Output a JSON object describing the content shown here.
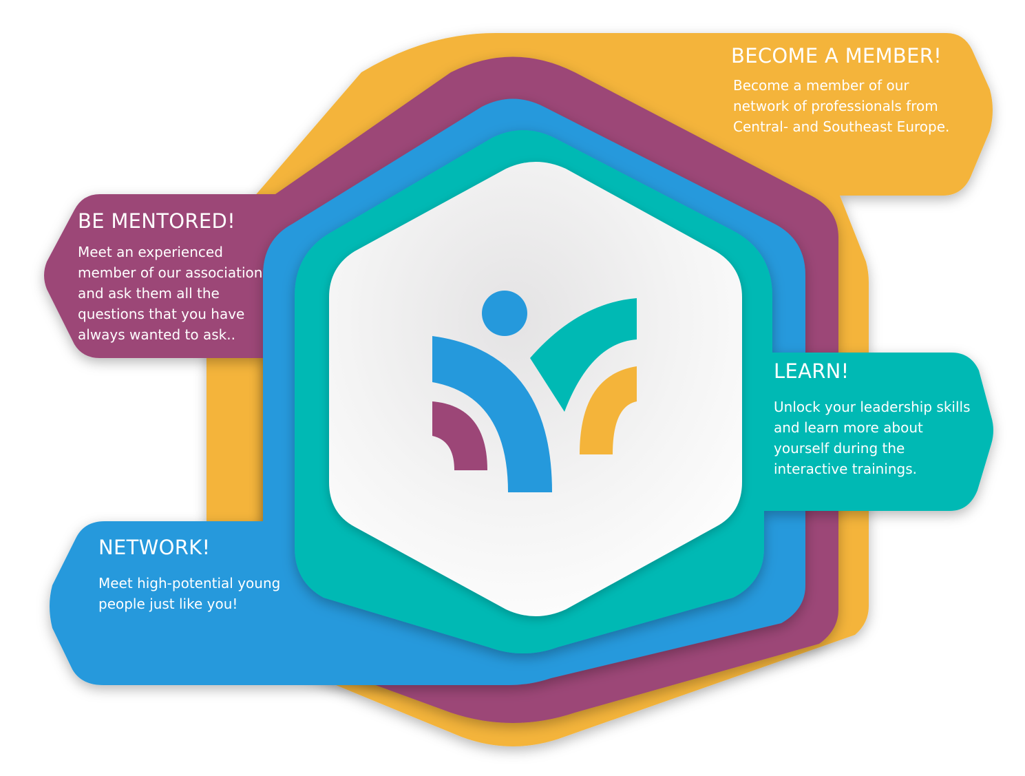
{
  "colors": {
    "yellow": "#F4B43A",
    "purple": "#9C4677",
    "blue": "#2599DC",
    "teal": "#00B9B4",
    "center": "#F3F3F3"
  },
  "center_logo": {
    "icon": "association-logo-icon"
  },
  "sections": {
    "member": {
      "title": "BECOME A MEMBER!",
      "lines": [
        "Become a member of our",
        "network of professionals from",
        "Central- and Southeast Europe."
      ]
    },
    "mentored": {
      "title": "BE MENTORED!",
      "lines": [
        "Meet an experienced",
        "member of our association",
        "and ask them all the",
        "questions that you have",
        "always wanted to ask.."
      ]
    },
    "learn": {
      "title": "LEARN!",
      "lines": [
        "Unlock your leadership skills",
        "and learn more about",
        "yourself during the",
        "interactive trainings."
      ]
    },
    "network": {
      "title": "NETWORK!",
      "lines": [
        "Meet high-potential young",
        "people just like you!"
      ]
    }
  }
}
